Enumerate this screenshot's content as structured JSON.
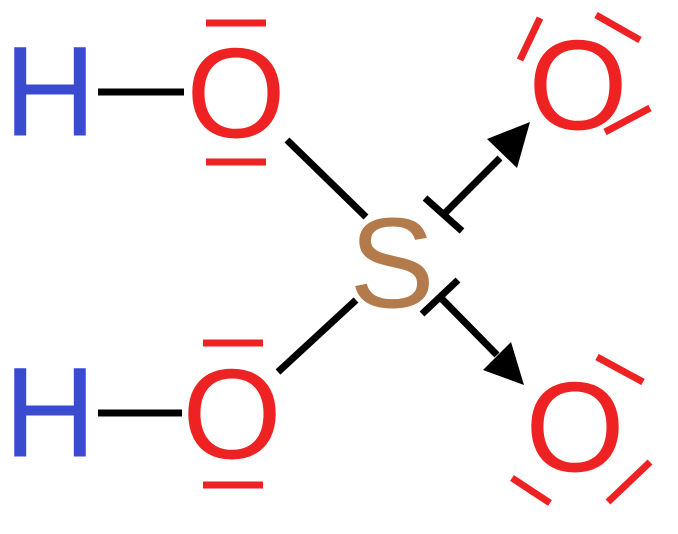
{
  "molecule": {
    "atoms": [
      {
        "id": "h1",
        "symbol": "H",
        "color": "#3a4bd0"
      },
      {
        "id": "o1",
        "symbol": "O",
        "color": "#ee2222"
      },
      {
        "id": "s",
        "symbol": "S",
        "color": "#b37a4c"
      },
      {
        "id": "o2",
        "symbol": "O",
        "color": "#ee2222"
      },
      {
        "id": "h2",
        "symbol": "H",
        "color": "#3a4bd0"
      },
      {
        "id": "o3",
        "symbol": "O",
        "color": "#ee2222"
      },
      {
        "id": "o4",
        "symbol": "O",
        "color": "#ee2222"
      }
    ],
    "bonds": [
      {
        "from": "h1",
        "to": "o1",
        "type": "single"
      },
      {
        "from": "o1",
        "to": "s",
        "type": "single"
      },
      {
        "from": "h2",
        "to": "o3",
        "type": "single"
      },
      {
        "from": "o3",
        "to": "s",
        "type": "single"
      },
      {
        "from": "s",
        "to": "o2",
        "type": "dative"
      },
      {
        "from": "s",
        "to": "o4",
        "type": "dative"
      }
    ],
    "bond_color": "#000000",
    "lone_pair_color": "#ee2222"
  }
}
